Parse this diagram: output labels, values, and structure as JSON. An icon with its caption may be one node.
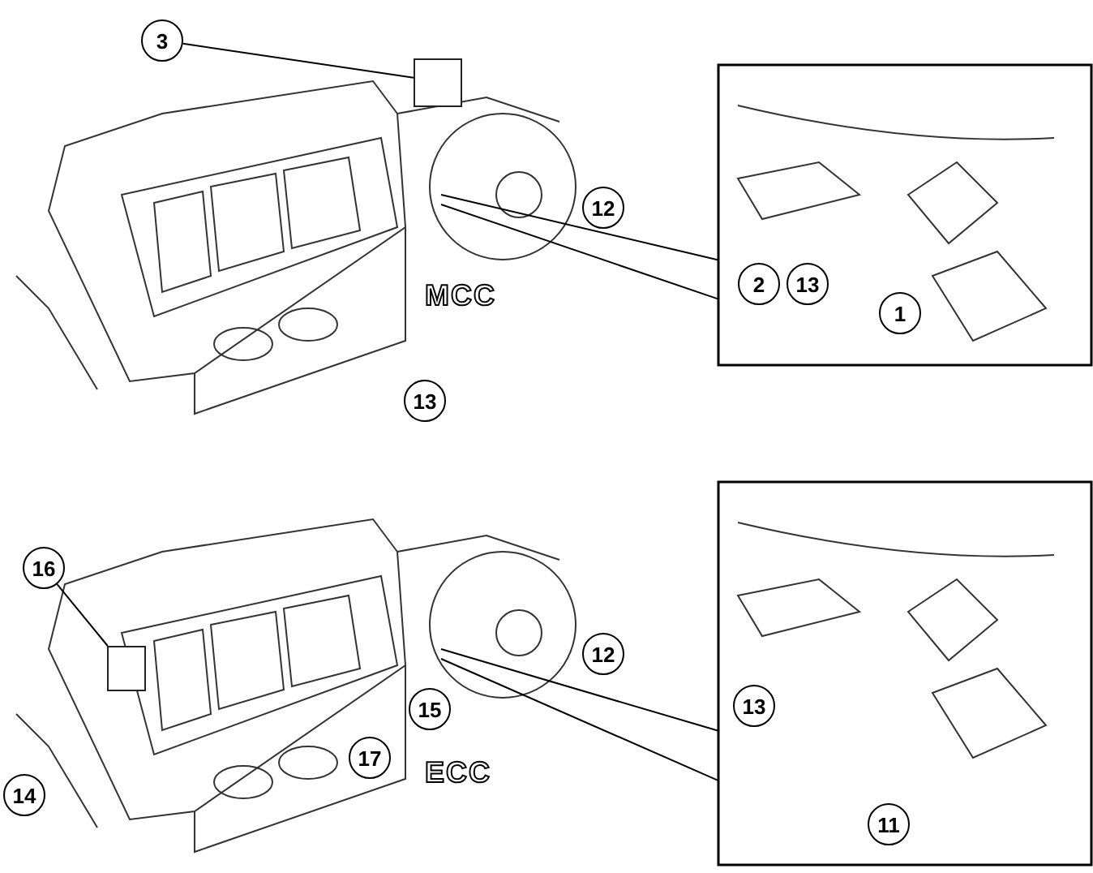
{
  "diagram": {
    "nodes": [
      {
        "text": [
          "3"
        ]
      },
      {
        "text": [],
        "shape": "box"
      },
      {
        "text": [
          "12"
        ]
      },
      {
        "text": [
          "2"
        ]
      },
      {
        "text": [
          "13"
        ]
      },
      {
        "text": [
          "1"
        ]
      },
      {
        "text": [
          "13"
        ]
      },
      {
        "text": [
          "16"
        ]
      },
      {
        "text": [],
        "shape": "box"
      },
      {
        "text": [
          "12"
        ]
      },
      {
        "text": [
          "13"
        ]
      },
      {
        "text": [
          "15"
        ]
      },
      {
        "text": [
          "17"
        ]
      },
      {
        "text": [
          "14"
        ]
      },
      {
        "text": [
          "11"
        ]
      }
    ],
    "edges": [
      {
        "from": 0,
        "to": 1,
        "arrow": "none"
      },
      {
        "from": 7,
        "to": 8,
        "arrow": "none"
      }
    ],
    "labels": [
      "MCC",
      "ECC"
    ]
  }
}
